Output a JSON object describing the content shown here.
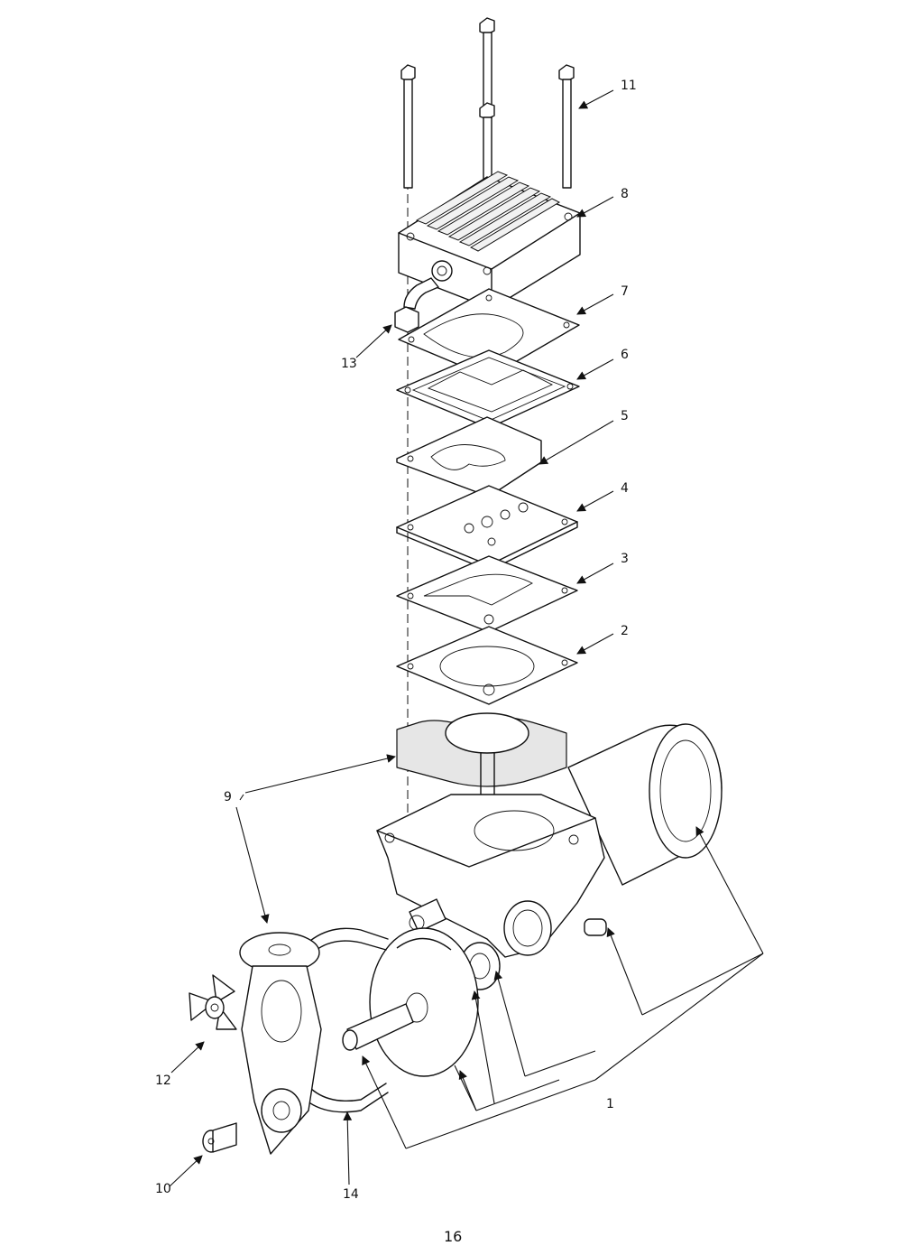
{
  "callouts": [
    {
      "id": "1",
      "label": "1"
    },
    {
      "id": "2",
      "label": "2"
    },
    {
      "id": "3",
      "label": "3"
    },
    {
      "id": "4",
      "label": "4"
    },
    {
      "id": "5",
      "label": "5"
    },
    {
      "id": "6",
      "label": "6"
    },
    {
      "id": "7",
      "label": "7"
    },
    {
      "id": "8",
      "label": "8"
    },
    {
      "id": "9",
      "label": "9"
    },
    {
      "id": "10",
      "label": "10"
    },
    {
      "id": "11",
      "label": "11"
    },
    {
      "id": "12",
      "label": "12"
    },
    {
      "id": "13",
      "label": "13"
    },
    {
      "id": "14",
      "label": "14"
    }
  ],
  "page_number": "16"
}
